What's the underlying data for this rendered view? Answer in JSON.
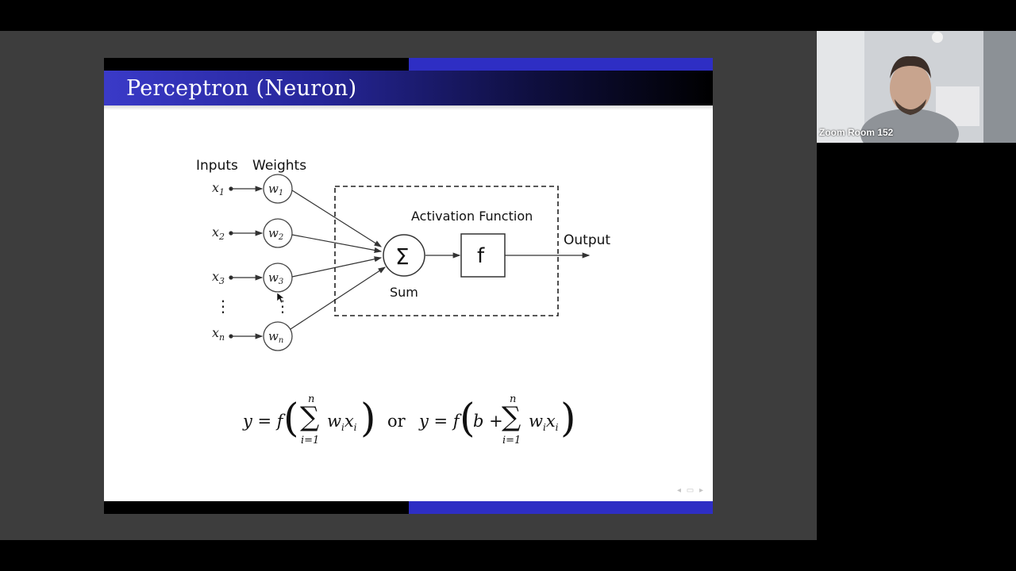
{
  "slide": {
    "title": "Perceptron (Neuron)",
    "nav_symbols": "◂ ▭ ▸"
  },
  "diagram": {
    "inputs_header": "Inputs",
    "weights_header": "Weights",
    "activation_label": "Activation Function",
    "output_label": "Output",
    "sum_label": "Sum",
    "sum_symbol": "Σ",
    "function_symbol": "f",
    "inputs": [
      "x",
      "x",
      "x",
      "x"
    ],
    "input_subs": [
      "1",
      "2",
      "3",
      "n"
    ],
    "weights": [
      "w",
      "w",
      "w",
      "w"
    ],
    "weight_subs": [
      "1",
      "2",
      "3",
      "n"
    ],
    "ellipsis": "⋮"
  },
  "formula": {
    "lhs1": "y = f",
    "term1": "w",
    "sub_i": "i",
    "var_x": "x",
    "sum_upper": "n",
    "sum_lower": "i=1",
    "sum_symbol": "∑",
    "or_text": "or",
    "lhs2": "y = f",
    "bias": "b +",
    "open_paren": "(",
    "close_paren": ")"
  },
  "video": {
    "participant_name": "Zoom Room 152"
  }
}
